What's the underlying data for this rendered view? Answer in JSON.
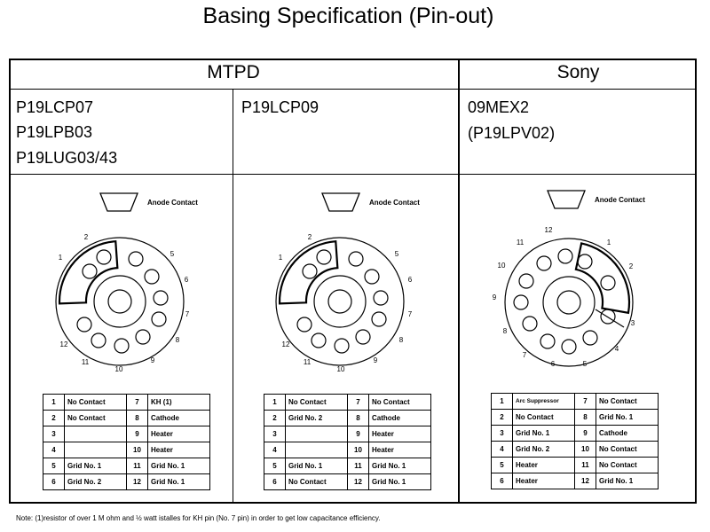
{
  "title": "Basing Specification (Pin-out)",
  "headers": {
    "mtpd": "MTPD",
    "sony": "Sony"
  },
  "anode_label": "Anode Contact",
  "sections": [
    {
      "models": [
        "P19LCP07",
        "P19LPB03",
        "P19LUG03/43"
      ],
      "pin_labels": [
        "1",
        "2",
        "5",
        "6",
        "7",
        "8",
        "9",
        "10",
        "11",
        "12"
      ],
      "table": [
        [
          "1",
          "No Contact",
          "7",
          "KH (1)"
        ],
        [
          "2",
          "No Contact",
          "8",
          "Cathode"
        ],
        [
          "3",
          "",
          "9",
          "Heater"
        ],
        [
          "4",
          "",
          "10",
          "Heater"
        ],
        [
          "5",
          "Grid No. 1",
          "11",
          "Grid No. 1"
        ],
        [
          "6",
          "Grid No. 2",
          "12",
          "Grid No. 1"
        ]
      ]
    },
    {
      "models": [
        "P19LCP09"
      ],
      "pin_labels": [
        "1",
        "2",
        "5",
        "6",
        "7",
        "8",
        "9",
        "10",
        "11",
        "12"
      ],
      "table": [
        [
          "1",
          "No Contact",
          "7",
          "No Contact"
        ],
        [
          "2",
          "Grid No. 2",
          "8",
          "Cathode"
        ],
        [
          "3",
          "",
          "9",
          "Heater"
        ],
        [
          "4",
          "",
          "10",
          "Heater"
        ],
        [
          "5",
          "Grid No. 1",
          "11",
          "Grid No. 1"
        ],
        [
          "6",
          "No Contact",
          "12",
          "Grid No. 1"
        ]
      ]
    },
    {
      "models": [
        "09MEX2",
        "(P19LPV02)"
      ],
      "pin_labels": [
        "1",
        "2",
        "3",
        "4",
        "5",
        "6",
        "7",
        "8",
        "9",
        "10",
        "11",
        "12"
      ],
      "table": [
        [
          "1",
          "Arc Suppressor",
          "7",
          "No Contact"
        ],
        [
          "2",
          "No Contact",
          "8",
          "Grid No. 1"
        ],
        [
          "3",
          "Grid No. 1",
          "9",
          "Cathode"
        ],
        [
          "4",
          "Grid No. 2",
          "10",
          "No Contact"
        ],
        [
          "5",
          "Heater",
          "11",
          "No Contact"
        ],
        [
          "6",
          "Heater",
          "12",
          "Grid No. 1"
        ]
      ]
    }
  ],
  "note": "Note: (1)resistor of over 1 M ohm and ½ watt istalles for KH pin (No. 7 pin) in order to get low capacitance efficiency."
}
